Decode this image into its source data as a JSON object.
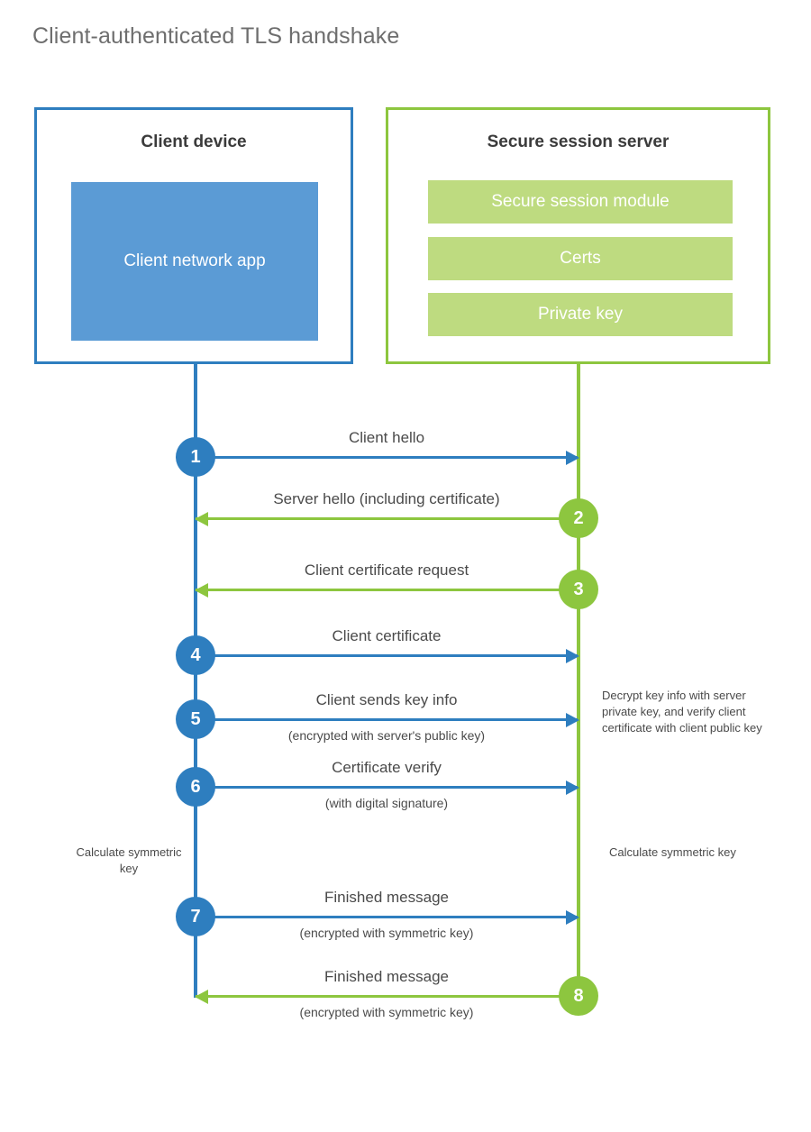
{
  "title": "Client-authenticated TLS handshake",
  "colors": {
    "client_blue_border": "#2E7EBF",
    "client_blue_fill": "#5B9BD5",
    "server_green_border": "#8DC63F",
    "server_green_fill": "#BEDB80",
    "text_dark": "#3b3b3b",
    "text_body": "#4a4a4a",
    "title_gray": "#6e6e6e"
  },
  "actors": {
    "client": {
      "title": "Client device",
      "app_label": "Client network app"
    },
    "server": {
      "title": "Secure session server",
      "components": [
        "Secure session module",
        "Certs",
        "Private key"
      ]
    }
  },
  "steps": [
    {
      "number": "1",
      "label": "Client hello",
      "sublabel": "",
      "direction": "to-server"
    },
    {
      "number": "2",
      "label": "Server hello (including certificate)",
      "sublabel": "",
      "direction": "to-client"
    },
    {
      "number": "3",
      "label": "Client certificate request",
      "sublabel": "",
      "direction": "to-client"
    },
    {
      "number": "4",
      "label": "Client certificate",
      "sublabel": "",
      "direction": "to-server"
    },
    {
      "number": "5",
      "label": "Client sends key info",
      "sublabel": "(encrypted with server's public key)",
      "direction": "to-server"
    },
    {
      "number": "6",
      "label": "Certificate verify",
      "sublabel": "(with digital signature)",
      "direction": "to-server"
    },
    {
      "number": "7",
      "label": "Finished message",
      "sublabel": "(encrypted with symmetric key)",
      "direction": "to-server"
    },
    {
      "number": "8",
      "label": "Finished message",
      "sublabel": "(encrypted with symmetric key)",
      "direction": "to-client"
    }
  ],
  "notes": {
    "server_decrypt": "Decrypt key info with server private key, and verify client certificate with client public key",
    "client_calculate": "Calculate symmetric key",
    "server_calculate": "Calculate symmetric key"
  }
}
